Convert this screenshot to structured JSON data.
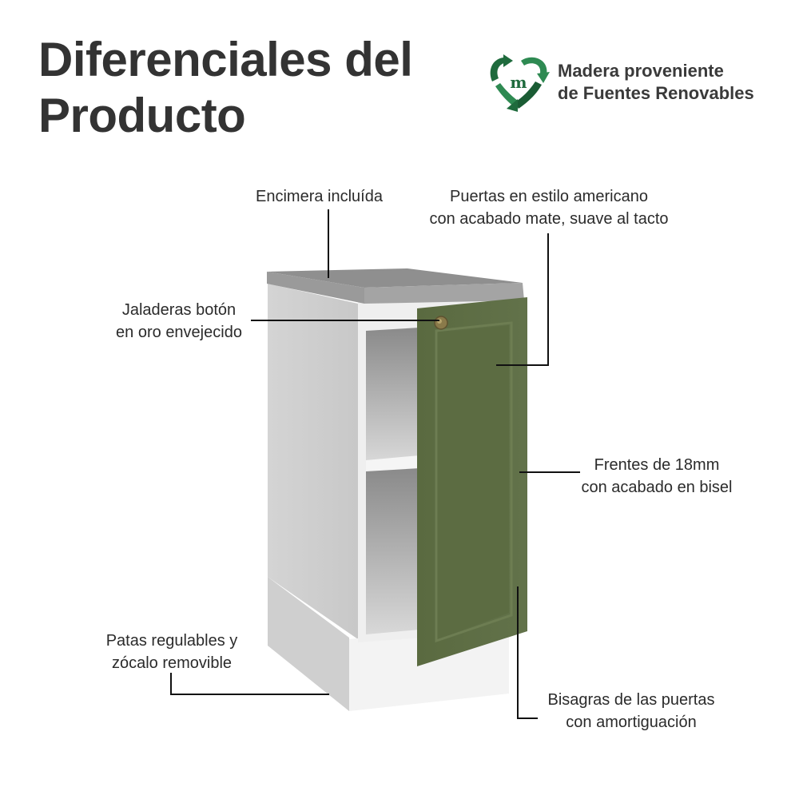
{
  "header": {
    "title_line1": "Diferenciales del",
    "title_line2": "Producto"
  },
  "badge": {
    "icon": "recycle-heart-m-icon",
    "line1": "Madera proveniente",
    "line2": "de Fuentes Renovables",
    "colors": {
      "dark": "#1f6b3d",
      "light": "#2e8a52"
    }
  },
  "product": {
    "colors": {
      "door": "#5f6f45",
      "carcass": "#f1f1f1",
      "countertop": "#9a9a9a",
      "knob": "#8a7a4a"
    }
  },
  "callouts": [
    {
      "id": "countertop",
      "line1": "Encimera incluída",
      "line2": ""
    },
    {
      "id": "doors",
      "line1": "Puertas en estilo americano",
      "line2": "con acabado mate, suave al tacto"
    },
    {
      "id": "knobs",
      "line1": "Jaladeras botón",
      "line2": "en oro envejecido"
    },
    {
      "id": "fronts",
      "line1": "Frentes de 18mm",
      "line2": "con acabado en bisel"
    },
    {
      "id": "legs",
      "line1": "Patas regulables y",
      "line2": "zócalo removible"
    },
    {
      "id": "hinges",
      "line1": "Bisagras de las puertas",
      "line2": "con amortiguación"
    }
  ]
}
